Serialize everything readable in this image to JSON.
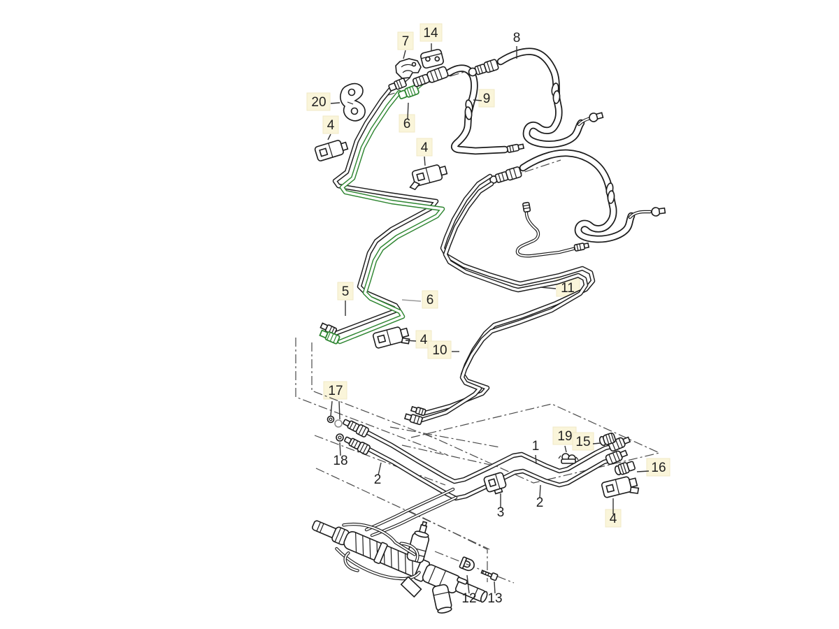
{
  "meta": {
    "title": "Hydraulic lines / power steering exploded parts diagram",
    "background": "#ffffff",
    "drawing_style": "technical line art with exploded fasteners and dash-dot assembly axes"
  },
  "colors": {
    "line": "#1c1c1c",
    "highlight_pipe": "#2f8632",
    "construction": "#4a4a4a",
    "leader": "#333333",
    "callout_text": "#1f1f1f",
    "callout_highlight_bg": "#faf5da"
  },
  "callouts": {
    "c7": {
      "text": "7",
      "highlighted": true
    },
    "c14": {
      "text": "14",
      "highlighted": true
    },
    "c8": {
      "text": "8",
      "highlighted": false
    },
    "c20": {
      "text": "20",
      "highlighted": true
    },
    "c9": {
      "text": "9",
      "highlighted": true
    },
    "c6a": {
      "text": "6",
      "highlighted": true
    },
    "c4a": {
      "text": "4",
      "highlighted": true
    },
    "c4b": {
      "text": "4",
      "highlighted": true
    },
    "c5": {
      "text": "5",
      "highlighted": true
    },
    "c6b": {
      "text": "6",
      "highlighted": true
    },
    "c4c": {
      "text": "4",
      "highlighted": true
    },
    "c10": {
      "text": "10",
      "highlighted": true
    },
    "c11": {
      "text": "11",
      "highlighted": true
    },
    "c17": {
      "text": "17",
      "highlighted": true
    },
    "c18": {
      "text": "18",
      "highlighted": false
    },
    "c2a": {
      "text": "2",
      "highlighted": false
    },
    "c1": {
      "text": "1",
      "highlighted": false
    },
    "c2b": {
      "text": "2",
      "highlighted": false
    },
    "c3": {
      "text": "3",
      "highlighted": false
    },
    "c19": {
      "text": "19",
      "highlighted": true
    },
    "c15": {
      "text": "15",
      "highlighted": true
    },
    "c16": {
      "text": "16",
      "highlighted": true
    },
    "c4d": {
      "text": "4",
      "highlighted": true
    },
    "c12": {
      "text": "12",
      "highlighted": false
    },
    "c13": {
      "text": "13",
      "highlighted": false
    }
  }
}
